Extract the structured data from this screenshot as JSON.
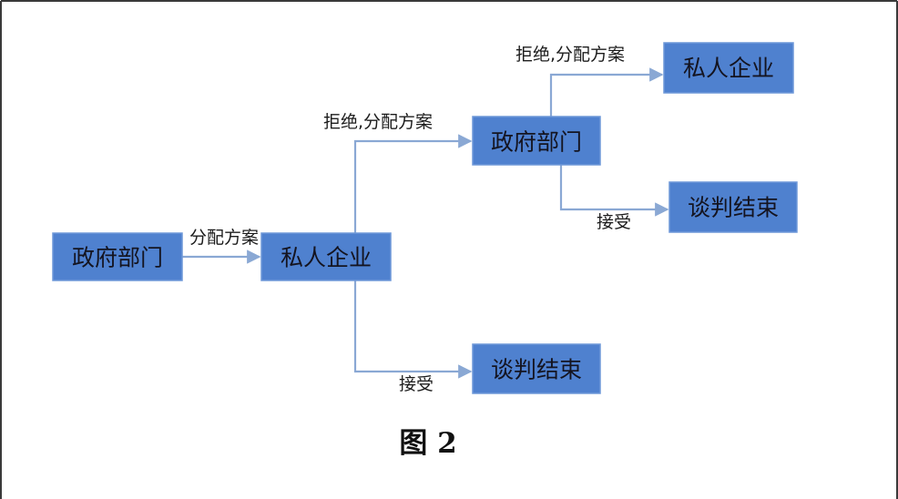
{
  "diagram": {
    "nodes": [
      {
        "label": "政府部门"
      },
      {
        "label": "私人企业"
      },
      {
        "label": "政府部门"
      },
      {
        "label": "私人企业"
      },
      {
        "label": "谈判结束"
      },
      {
        "label": "谈判结束"
      }
    ],
    "edges": [
      {
        "label": "分配方案"
      },
      {
        "label": "拒绝,分配方案"
      },
      {
        "label": "接受"
      },
      {
        "label": "拒绝,分配方案"
      },
      {
        "label": "接受"
      }
    ]
  },
  "caption": "图 2",
  "colors": {
    "node_fill": "#4f81cf",
    "node_edge": "#6f98d8",
    "node_text": "#141420",
    "edge_color": "#8aa8d4",
    "label_color": "#1c1c1c",
    "caption_color": "#111111"
  }
}
